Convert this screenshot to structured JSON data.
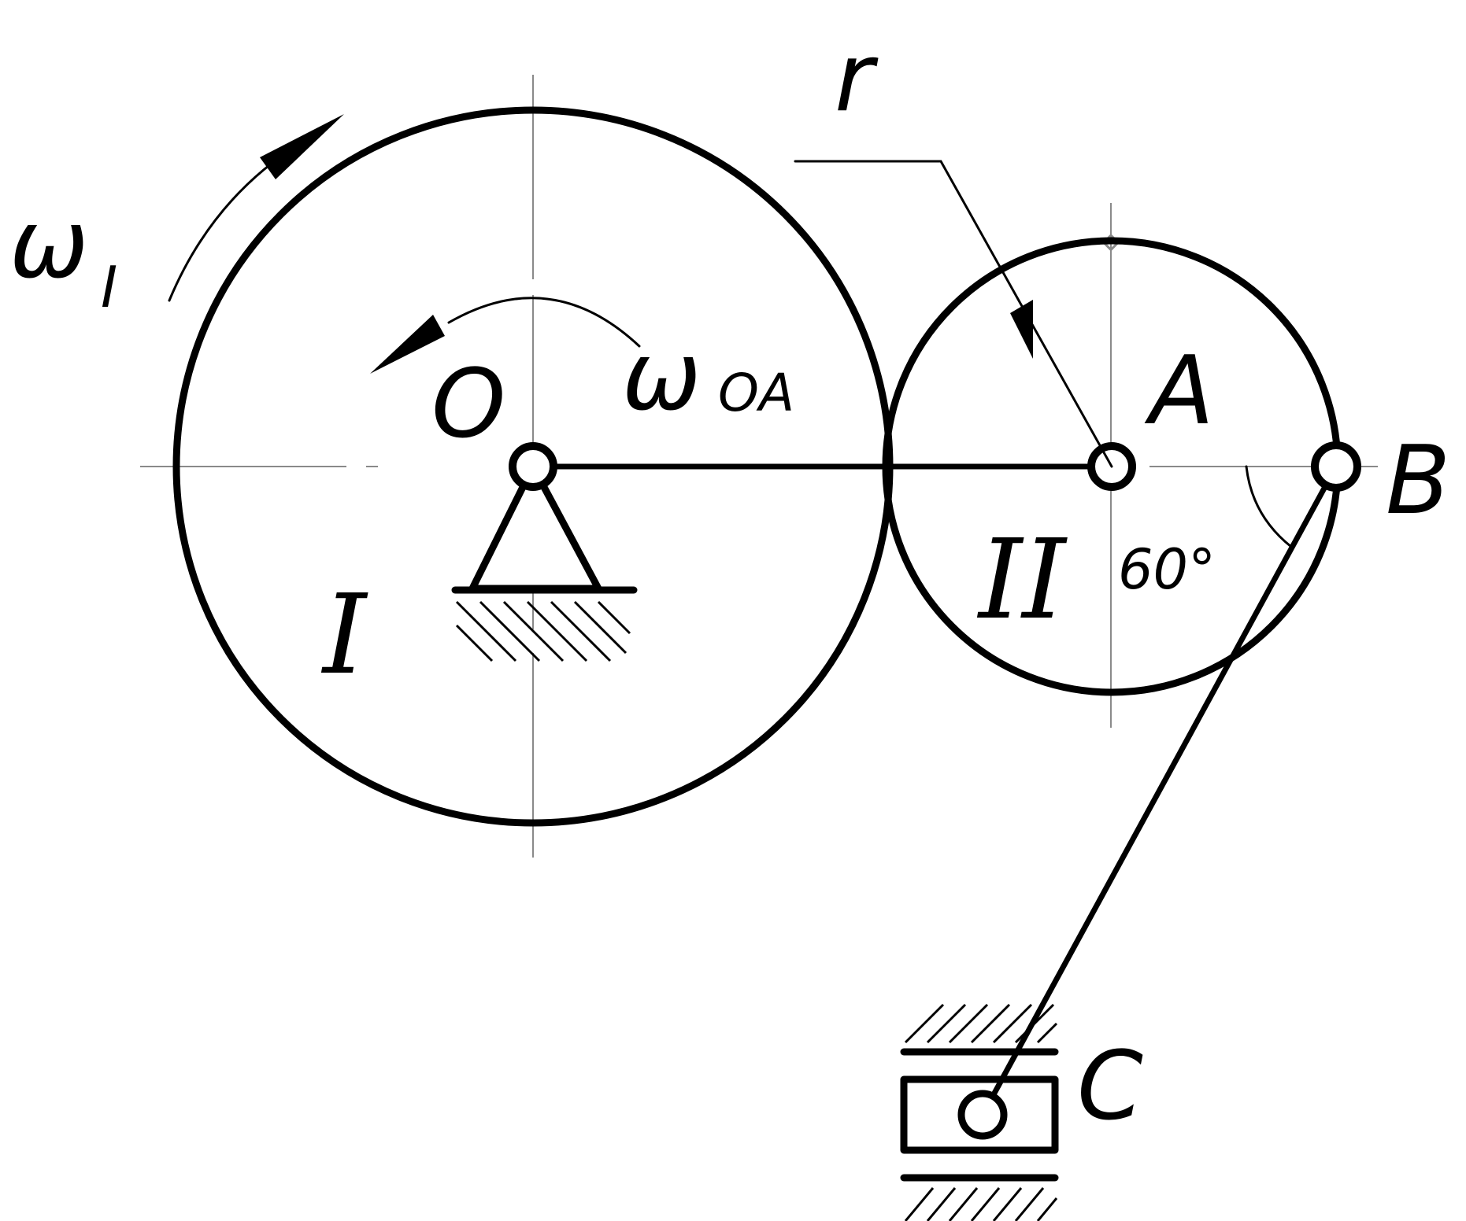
{
  "diagram": {
    "labels": {
      "omega1_symbol": "ω",
      "omega1_sub": "I",
      "r": "r",
      "O": "O",
      "omegaOA_symbol": "ω",
      "omegaOA_sub": "OA",
      "A": "A",
      "B": "B",
      "C": "C",
      "wheel_I": "I",
      "wheel_II": "II",
      "angle": "60°"
    }
  }
}
